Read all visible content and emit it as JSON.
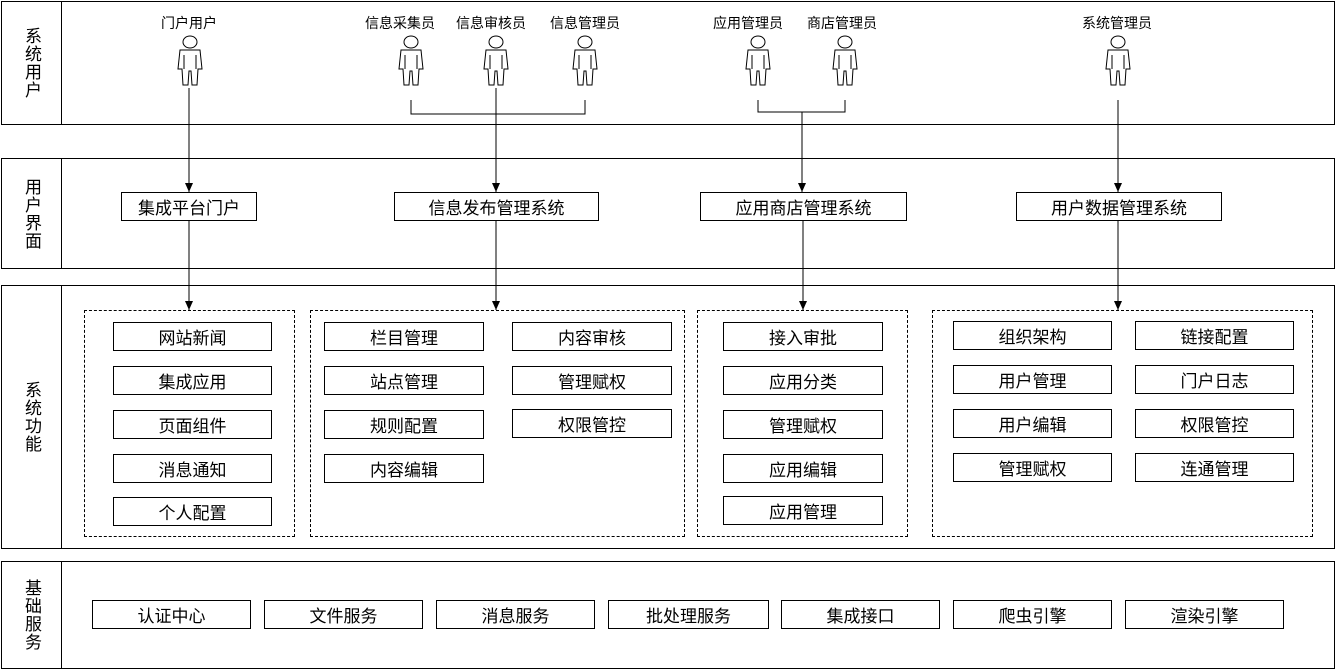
{
  "bands": {
    "users_label": "系统用户",
    "ui_label": "用户界面",
    "func_label": "系统功能",
    "base_label": "基础服务"
  },
  "users": [
    "门户用户",
    "信息采集员",
    "信息审核员",
    "信息管理员",
    "应用管理员",
    "商店管理员",
    "系统管理员"
  ],
  "interfaces": [
    "集成平台门户",
    "信息发布管理系统",
    "应用商店管理系统",
    "用户数据管理系统"
  ],
  "functions": {
    "portal": [
      "网站新闻",
      "集成应用",
      "页面组件",
      "消息通知",
      "个人配置"
    ],
    "info_left": [
      "栏目管理",
      "站点管理",
      "规则配置",
      "内容编辑"
    ],
    "info_right": [
      "内容审核",
      "管理赋权",
      "权限管控"
    ],
    "store": [
      "接入审批",
      "应用分类",
      "管理赋权",
      "应用编辑",
      "应用管理"
    ],
    "data_left": [
      "组织架构",
      "用户管理",
      "用户编辑",
      "管理赋权"
    ],
    "data_right": [
      "链接配置",
      "门户日志",
      "权限管控",
      "连通管理"
    ]
  },
  "services": [
    "认证中心",
    "文件服务",
    "消息服务",
    "批处理服务",
    "集成接口",
    "爬虫引擎",
    "渲染引擎"
  ]
}
